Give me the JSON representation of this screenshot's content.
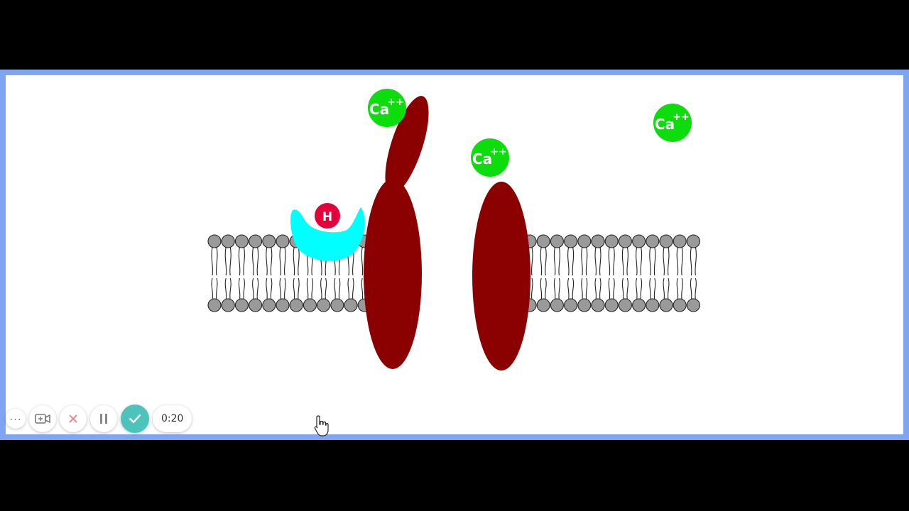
{
  "diagram": {
    "hormone_label": "H",
    "ion_labels": [
      {
        "id": "ca-ion-1",
        "text": "Ca",
        "charge": "++"
      },
      {
        "id": "ca-ion-2",
        "text": "Ca",
        "charge": "++"
      },
      {
        "id": "ca-ion-3",
        "text": "Ca",
        "charge": "++"
      }
    ],
    "colors": {
      "channel": "#8b0000",
      "receptor": "#00ffff",
      "hormone": "#e4003a",
      "ion": "#0ddc0d",
      "phospholipid_head": "#9a9a9a"
    }
  },
  "toolbar": {
    "more_label": "···",
    "icons": [
      "more-icon",
      "camera-icon",
      "close-icon",
      "pause-icon",
      "check-icon"
    ],
    "timer": "0:20"
  }
}
